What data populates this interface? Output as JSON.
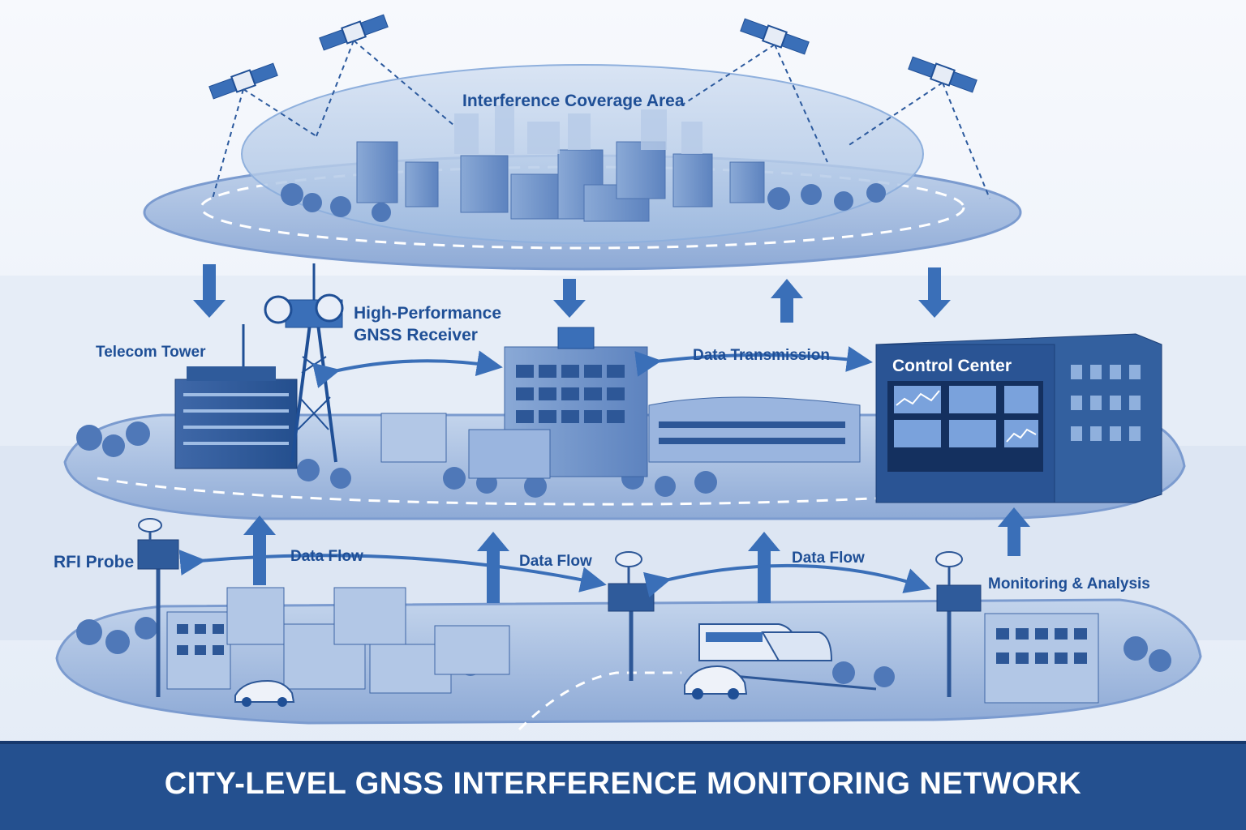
{
  "title": "CITY-LEVEL GNSS INTERFERENCE MONITORING NETWORK",
  "labels": {
    "coverage": "Interference Coverage Area",
    "telecom": "Telecom Tower",
    "receiver_line1": "High-Performance",
    "receiver_line2": "GNSS Receiver",
    "transmission": "Data Transmission",
    "control": "Control Center",
    "rfi": "RFI Probe",
    "flow1": "Data Flow",
    "flow2": "Data Flow",
    "flow3": "Data Flow",
    "monitoring": "Monitoring & Analysis"
  },
  "colors": {
    "primary": "#24508f",
    "accent": "#3a6fb8",
    "light": "#c9d8ee",
    "text": "#1f4f96"
  },
  "icons": [
    "satellite-icon",
    "antenna-icon",
    "arrow-icon",
    "tree-icon",
    "car-icon",
    "train-icon",
    "screen-icon"
  ]
}
